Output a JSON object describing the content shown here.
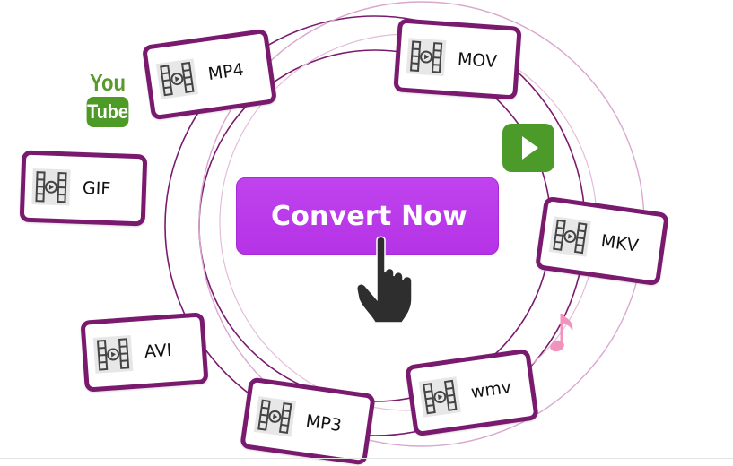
{
  "cta": {
    "label": "Convert Now"
  },
  "formats": [
    "MP4",
    "MOV",
    "GIF",
    "MKV",
    "AVI",
    "wmv",
    "MP3"
  ],
  "brand": {
    "you": "You",
    "tube": "Tube"
  },
  "colors": {
    "card_border": "#7a1a6e",
    "button": "#b533e6",
    "ring": "#7a1a6e",
    "ring_light": "#d9a8cf",
    "youtube_green": "#4e9a26",
    "play_green": "#4c9a2a",
    "note_pink": "#f293bd"
  },
  "icons": [
    "film-strip-icon",
    "youtube-logo",
    "play-icon",
    "music-note-icon",
    "pointing-hand-icon"
  ]
}
